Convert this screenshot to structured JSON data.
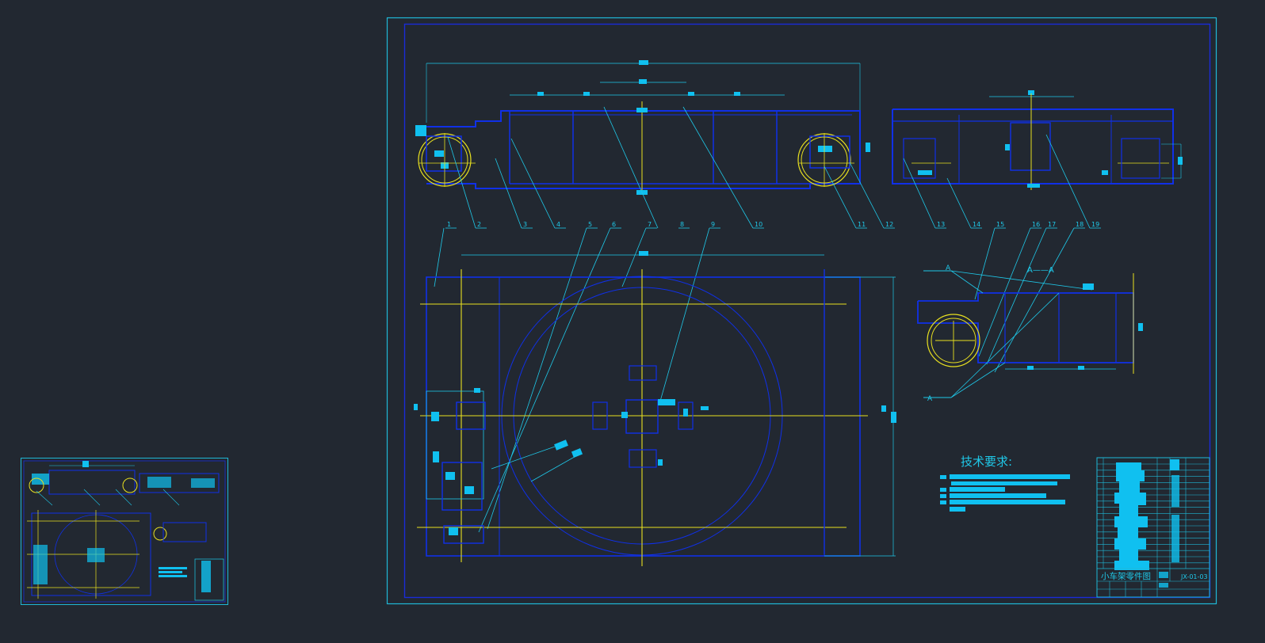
{
  "colors": {
    "background": "#222831",
    "frame": "#1fb8d6",
    "inner_frame": "#1a2cd8",
    "part_outline": "#1030e8",
    "center_line": "#e8e020",
    "dimension": "#1fc8e8",
    "fill": "#10c0f0"
  },
  "sheet": {
    "balloons": [
      "1",
      "2",
      "3",
      "4",
      "5",
      "6",
      "7",
      "8",
      "9",
      "10",
      "11",
      "12",
      "13",
      "14",
      "15",
      "16",
      "17",
      "18",
      "19"
    ],
    "section_label": "A——A",
    "section_mark_top": "A",
    "section_mark_bottom": "A",
    "tech_requirements_title": "技术要求:",
    "title_block": {
      "drawing_title": "小车架零件图",
      "drawing_number": "JX-01-03"
    }
  },
  "thumbnail": {
    "title": "小车架零件图"
  }
}
